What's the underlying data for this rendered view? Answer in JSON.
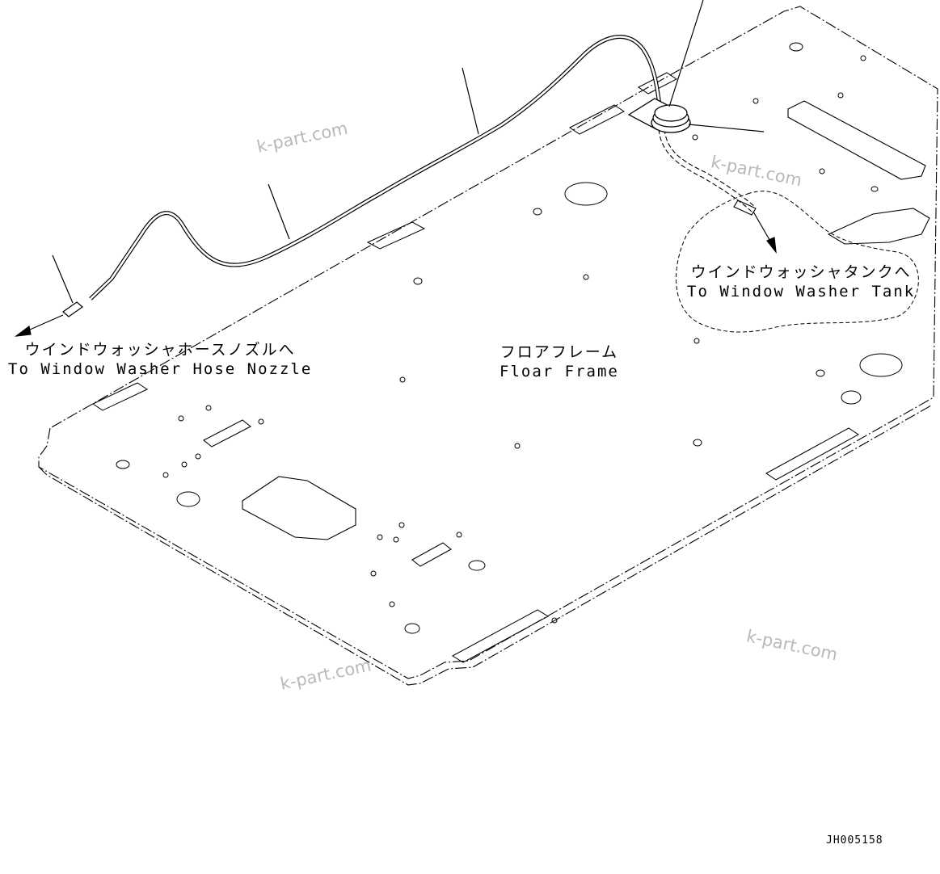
{
  "labels": {
    "nozzle_ja": "ウインドウォッシャホースノズルへ",
    "nozzle_en": "To Window Washer Hose Nozzle",
    "frame_ja": "フロアフレーム",
    "frame_en": "Floar Frame",
    "tank_ja": "ウインドウォッシャタンクへ",
    "tank_en": "To Window Washer Tank"
  },
  "watermark": "k-part.com",
  "drawing_code": "JH005158"
}
